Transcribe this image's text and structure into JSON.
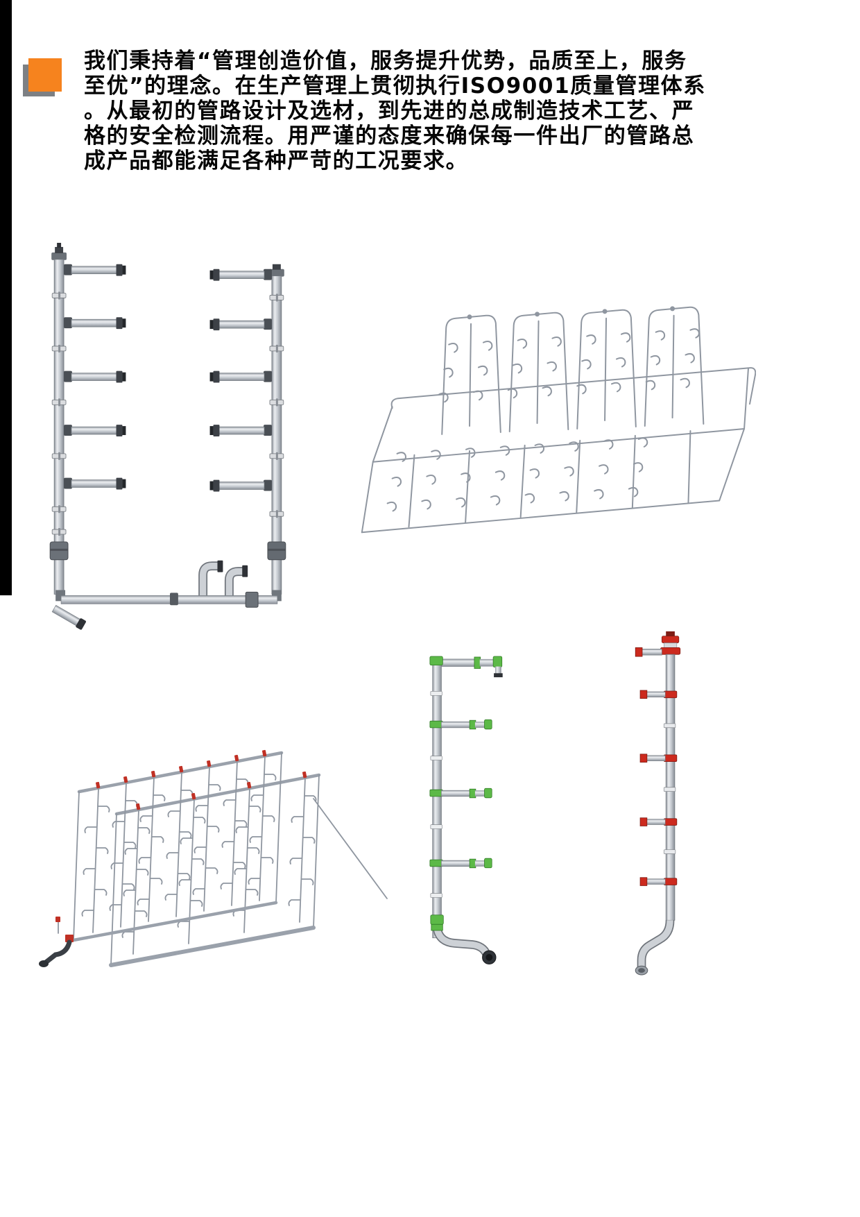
{
  "colors": {
    "accent_orange": "#F6831E",
    "marker_shadow_gray": "#7D8084",
    "sidebar_black": "#000000",
    "fitting_green": "#5CB947",
    "fitting_red": "#CC2A1E",
    "pipe_silver": "#C9CDD3",
    "wireframe_gray": "#8F96A0"
  },
  "intro": {
    "lines": [
      "我们秉持着“管理创造价值，服务提升优势，品质至上，服务",
      "至优”的理念。在生产管理上贯彻执行ISO9001质量管理体系",
      "。从最初的管路设计及选材，到先进的总成制造技术工艺、严",
      "格的安全检测流程。用严谨的态度来确保每一件出厂的管路总",
      "成产品都能满足各种严苛的工况要求。"
    ],
    "full_text": "我们秉持着“管理创造价值，服务提升优势，品质至上，服务至优”的理念。在生产管理上贯彻执行ISO9001质量管理体系。从最初的管路设计及选材，到先进的总成制造技术工艺、严格的安全检测流程。用严谨的态度来确保每一件出厂的管路总成产品都能满足各种严苛的工况要求。"
  }
}
